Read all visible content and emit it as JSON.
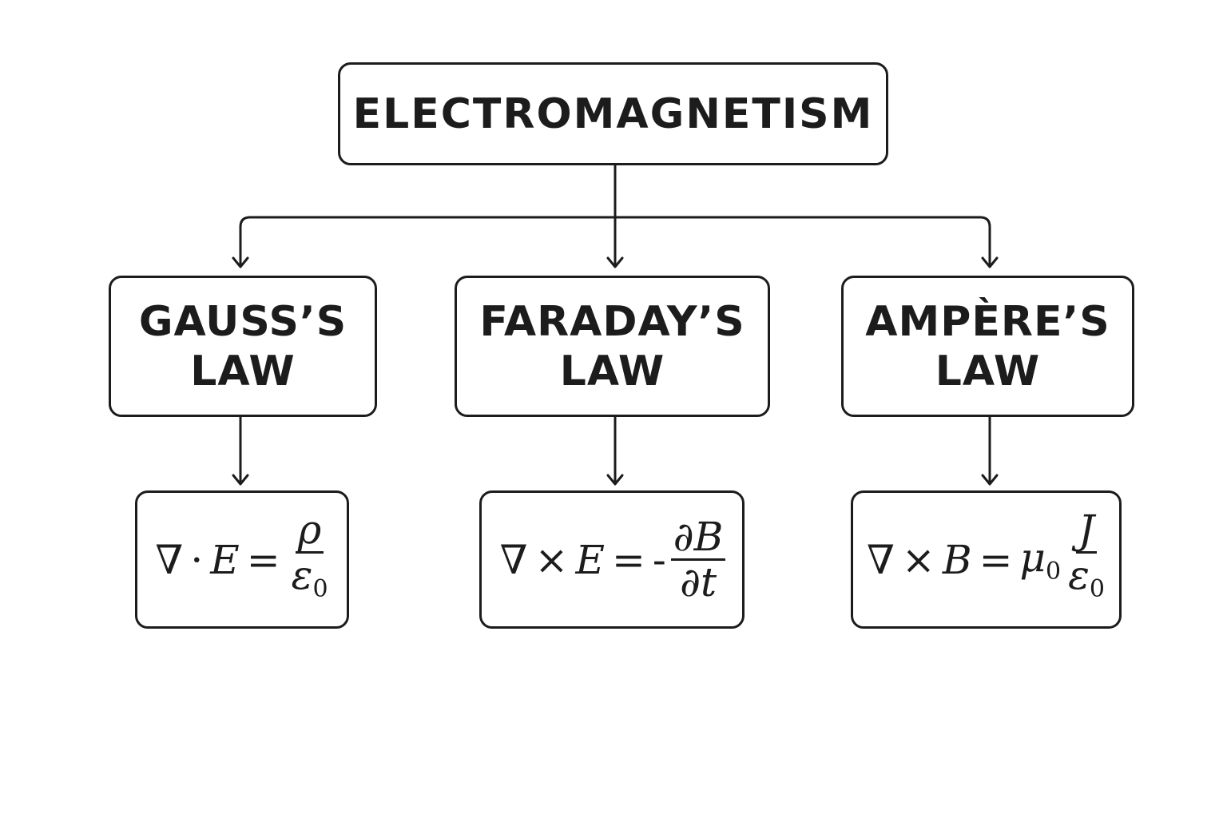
{
  "diagram": {
    "root": {
      "label": "ELECTROMAGNETISM"
    },
    "laws": [
      {
        "name_line1": "GAUSS’S",
        "name_line2": "LAW",
        "equation": {
          "lhs_operator": "∇",
          "lhs_product": "·",
          "lhs_field": "E",
          "equals": "=",
          "numerator": "ρ",
          "denominator": "ε",
          "denominator_subscript": "0"
        }
      },
      {
        "name_line1": "FARADAY’S",
        "name_line2": "LAW",
        "equation": {
          "lhs_operator": "∇",
          "lhs_product": "×",
          "lhs_field": "E",
          "equals": "=",
          "sign": "-",
          "numerator": "∂B",
          "denominator": "∂t"
        }
      },
      {
        "name_line1": "AMPÈRE’S",
        "name_line2": "LAW",
        "equation": {
          "lhs_operator": "∇",
          "lhs_product": "×",
          "lhs_field": "B",
          "equals": "=",
          "coefficient": "μ",
          "coefficient_subscript": "0",
          "numerator": "J",
          "denominator": "ε",
          "denominator_subscript": "0"
        }
      }
    ]
  }
}
